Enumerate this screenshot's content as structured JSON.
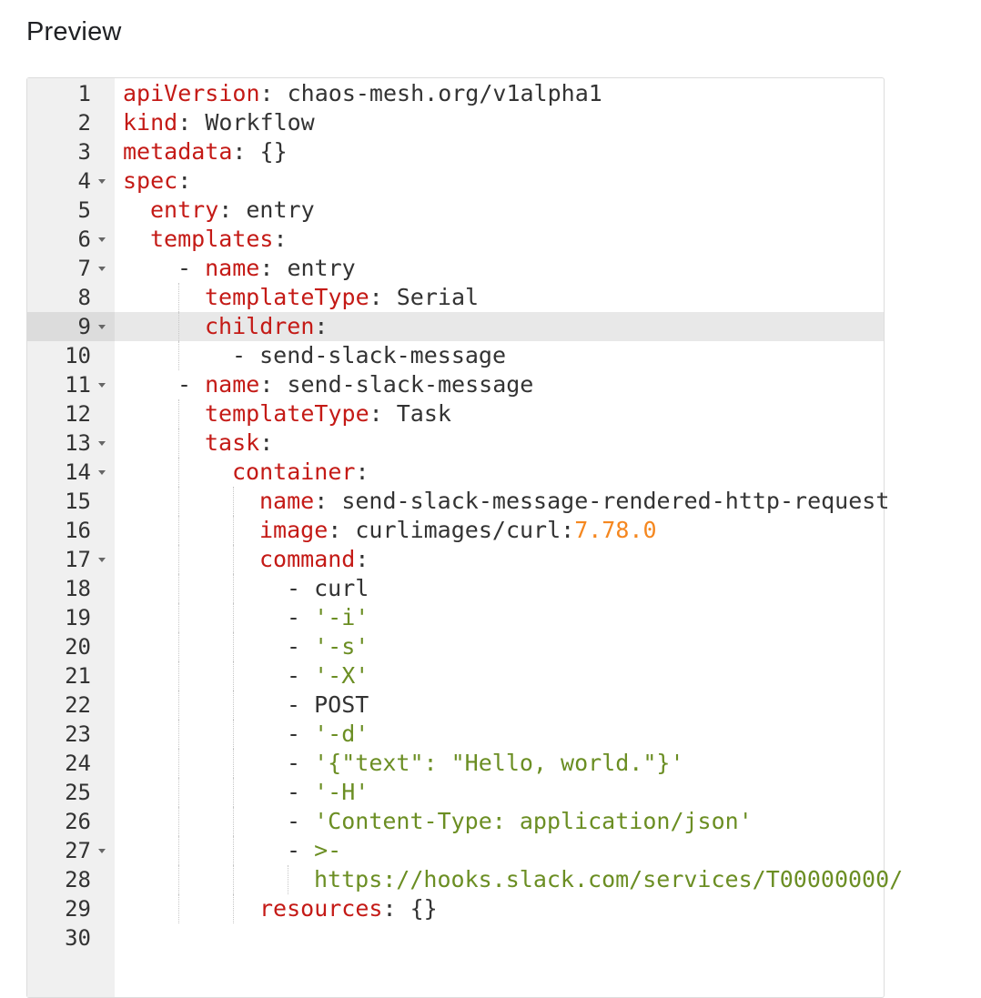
{
  "header": {
    "title": "Preview"
  },
  "editor": {
    "active_line": 9,
    "lines": [
      {
        "n": "1",
        "fold": false,
        "tokens": [
          [
            "k",
            "apiVersion"
          ],
          [
            "p",
            ": "
          ],
          [
            "v",
            "chaos-mesh.org/v1alpha1"
          ]
        ]
      },
      {
        "n": "2",
        "fold": false,
        "tokens": [
          [
            "k",
            "kind"
          ],
          [
            "p",
            ": "
          ],
          [
            "v",
            "Workflow"
          ]
        ]
      },
      {
        "n": "3",
        "fold": false,
        "tokens": [
          [
            "k",
            "metadata"
          ],
          [
            "p",
            ": "
          ],
          [
            "b",
            "{}"
          ]
        ]
      },
      {
        "n": "4",
        "fold": true,
        "tokens": [
          [
            "k",
            "spec"
          ],
          [
            "p",
            ":"
          ]
        ]
      },
      {
        "n": "5",
        "fold": false,
        "indent": 1,
        "tokens": [
          [
            "k",
            "entry"
          ],
          [
            "p",
            ": "
          ],
          [
            "v",
            "entry"
          ]
        ]
      },
      {
        "n": "6",
        "fold": true,
        "indent": 1,
        "tokens": [
          [
            "k",
            "templates"
          ],
          [
            "p",
            ":"
          ]
        ]
      },
      {
        "n": "7",
        "fold": true,
        "indent": 2,
        "tokens": [
          [
            "p",
            "- "
          ],
          [
            "k",
            "name"
          ],
          [
            "p",
            ": "
          ],
          [
            "v",
            "entry"
          ]
        ]
      },
      {
        "n": "8",
        "fold": false,
        "indent": 3,
        "tokens": [
          [
            "k",
            "templateType"
          ],
          [
            "p",
            ": "
          ],
          [
            "v",
            "Serial"
          ]
        ]
      },
      {
        "n": "9",
        "fold": true,
        "indent": 3,
        "tokens": [
          [
            "k",
            "children"
          ],
          [
            "p",
            ":"
          ]
        ]
      },
      {
        "n": "10",
        "fold": false,
        "indent": 4,
        "tokens": [
          [
            "p",
            "- "
          ],
          [
            "v",
            "send-slack-message"
          ]
        ]
      },
      {
        "n": "11",
        "fold": true,
        "indent": 2,
        "tokens": [
          [
            "p",
            "- "
          ],
          [
            "k",
            "name"
          ],
          [
            "p",
            ": "
          ],
          [
            "v",
            "send-slack-message"
          ]
        ]
      },
      {
        "n": "12",
        "fold": false,
        "indent": 3,
        "tokens": [
          [
            "k",
            "templateType"
          ],
          [
            "p",
            ": "
          ],
          [
            "v",
            "Task"
          ]
        ]
      },
      {
        "n": "13",
        "fold": true,
        "indent": 3,
        "tokens": [
          [
            "k",
            "task"
          ],
          [
            "p",
            ":"
          ]
        ]
      },
      {
        "n": "14",
        "fold": true,
        "indent": 4,
        "tokens": [
          [
            "k",
            "container"
          ],
          [
            "p",
            ":"
          ]
        ]
      },
      {
        "n": "15",
        "fold": false,
        "indent": 5,
        "tokens": [
          [
            "k",
            "name"
          ],
          [
            "p",
            ": "
          ],
          [
            "v",
            "send-slack-message-rendered-http-request"
          ]
        ]
      },
      {
        "n": "16",
        "fold": false,
        "indent": 5,
        "tokens": [
          [
            "k",
            "image"
          ],
          [
            "p",
            ": "
          ],
          [
            "v",
            "curlimages/curl:"
          ],
          [
            "n",
            "7.78.0"
          ]
        ]
      },
      {
        "n": "17",
        "fold": true,
        "indent": 5,
        "tokens": [
          [
            "k",
            "command"
          ],
          [
            "p",
            ":"
          ]
        ]
      },
      {
        "n": "18",
        "fold": false,
        "indent": 6,
        "tokens": [
          [
            "p",
            "- "
          ],
          [
            "v",
            "curl"
          ]
        ]
      },
      {
        "n": "19",
        "fold": false,
        "indent": 6,
        "tokens": [
          [
            "p",
            "- "
          ],
          [
            "s",
            "'-i'"
          ]
        ]
      },
      {
        "n": "20",
        "fold": false,
        "indent": 6,
        "tokens": [
          [
            "p",
            "- "
          ],
          [
            "s",
            "'-s'"
          ]
        ]
      },
      {
        "n": "21",
        "fold": false,
        "indent": 6,
        "tokens": [
          [
            "p",
            "- "
          ],
          [
            "s",
            "'-X'"
          ]
        ]
      },
      {
        "n": "22",
        "fold": false,
        "indent": 6,
        "tokens": [
          [
            "p",
            "- "
          ],
          [
            "v",
            "POST"
          ]
        ]
      },
      {
        "n": "23",
        "fold": false,
        "indent": 6,
        "tokens": [
          [
            "p",
            "- "
          ],
          [
            "s",
            "'-d'"
          ]
        ]
      },
      {
        "n": "24",
        "fold": false,
        "indent": 6,
        "tokens": [
          [
            "p",
            "- "
          ],
          [
            "s",
            "'{\"text\": \"Hello, world.\"}'"
          ]
        ]
      },
      {
        "n": "25",
        "fold": false,
        "indent": 6,
        "tokens": [
          [
            "p",
            "- "
          ],
          [
            "s",
            "'-H'"
          ]
        ]
      },
      {
        "n": "26",
        "fold": false,
        "indent": 6,
        "tokens": [
          [
            "p",
            "- "
          ],
          [
            "s",
            "'Content-Type: application/json'"
          ]
        ]
      },
      {
        "n": "27",
        "fold": true,
        "indent": 6,
        "tokens": [
          [
            "p",
            "- "
          ],
          [
            "s",
            ">-"
          ]
        ]
      },
      {
        "n": "28",
        "fold": false,
        "indent": 7,
        "tokens": [
          [
            "s",
            "https://hooks.slack.com/services/T00000000/"
          ]
        ]
      },
      {
        "n": "29",
        "fold": false,
        "indent": 5,
        "tokens": [
          [
            "k",
            "resources"
          ],
          [
            "p",
            ": "
          ],
          [
            "b",
            "{}"
          ]
        ]
      },
      {
        "n": "30",
        "fold": false,
        "tokens": []
      }
    ]
  }
}
